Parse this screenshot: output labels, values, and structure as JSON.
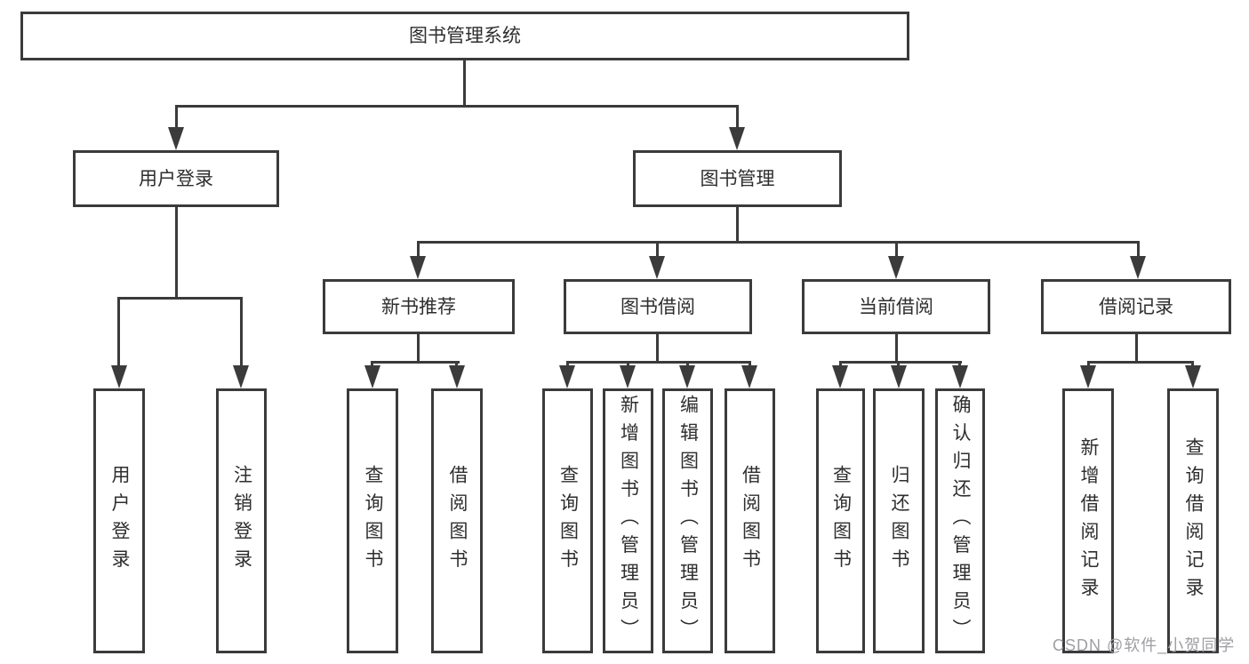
{
  "title": "图书管理系统",
  "tree": {
    "login": {
      "label": "用户登录",
      "children": [
        "用户登录",
        "注销登录"
      ]
    },
    "mgmt": {
      "label": "图书管理",
      "sections": [
        {
          "label": "新书推荐",
          "children": [
            "查询图书",
            "借阅图书"
          ]
        },
        {
          "label": "图书借阅",
          "children": [
            "查询图书",
            "新增图书（管理员）",
            "编辑图书（管理员）",
            "借阅图书"
          ]
        },
        {
          "label": "当前借阅",
          "children": [
            "查询图书",
            "归还图书",
            "确认归还（管理员）"
          ]
        },
        {
          "label": "借阅记录",
          "children": [
            "新增借阅记录",
            "查询借阅记录"
          ]
        }
      ]
    }
  },
  "watermark": "CSDN @软件_小贺同学",
  "colors": {
    "line": "#3b3b3b",
    "text": "#2e2e2e",
    "watermark": "#9e9ea3",
    "background": "#ffffff"
  }
}
